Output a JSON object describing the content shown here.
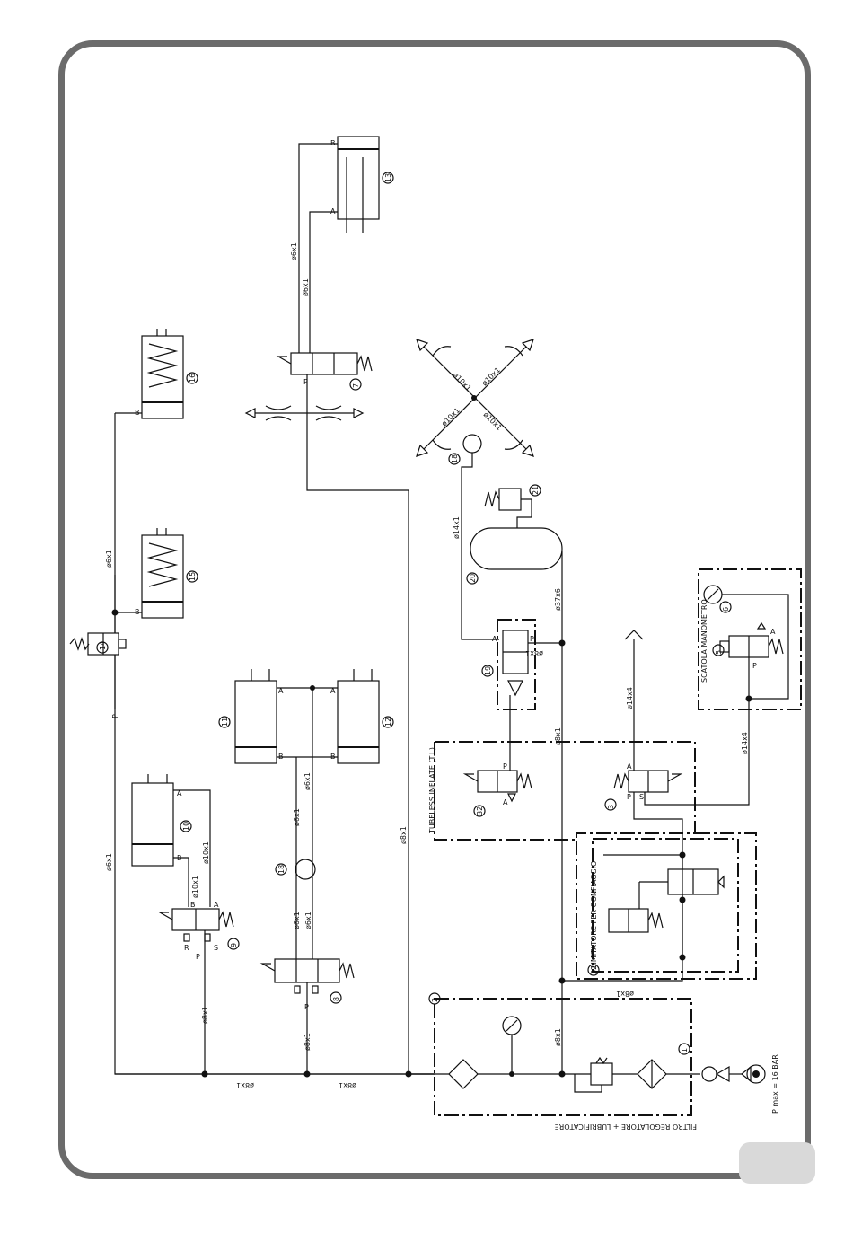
{
  "component_numbers": [
    "1",
    "2",
    "3",
    "5",
    "6",
    "7",
    "8",
    "9",
    "10",
    "11",
    "12",
    "13",
    "14",
    "15",
    "16",
    "18",
    "18",
    "19",
    "20",
    "21",
    "32",
    "32"
  ],
  "pipe_labels": {
    "main_left_1": "ø8x1",
    "main_left_2": "ø8x1",
    "valve9_inlet": "ø8x1",
    "valve8_inlet": "ø8x1",
    "long_vertical": "ø8x1",
    "left_vertical": "ø6x1",
    "valve14_to_cyl": "ø6x1",
    "cyl10_a": "ø10x1",
    "cyl10_b": "ø10x1",
    "v8_left_a": "ø6x1",
    "v8_left_b": "ø6x1",
    "v8_right_a": "ø6x1",
    "v8_right_b": "ø6x1",
    "v7_a": "ø6x1",
    "v7_b": "ø6x1",
    "tank_to_19": "ø14x1",
    "tank_outlet": "ø37x6",
    "v19_p": "ø8x1",
    "v19_down": "ø8x1",
    "filter_to_limiter": "ø8x1",
    "limiter_out": "ø8x1",
    "v3_a": "ø14x4",
    "v3_s": "ø14x4",
    "inflate_1": "ø10x1",
    "inflate_2": "ø10x1",
    "inflate_3": "ø10x1",
    "inflate_4": "ø10x1"
  },
  "group_labels": {
    "filter": "FILTRO REGOLATORE + LUBRIFICATORE",
    "tubeless": "TUBELESS INFLATE (T.I.)",
    "limiter": "LIMITATORE PER GONFIAGGIO",
    "gauge_box": "SCATOLA MANOMETRO"
  },
  "port_letters": {
    "A": "A",
    "B": "B",
    "P": "P",
    "R": "R",
    "S": "S"
  },
  "pressure_note": "P max = 16 BAR"
}
